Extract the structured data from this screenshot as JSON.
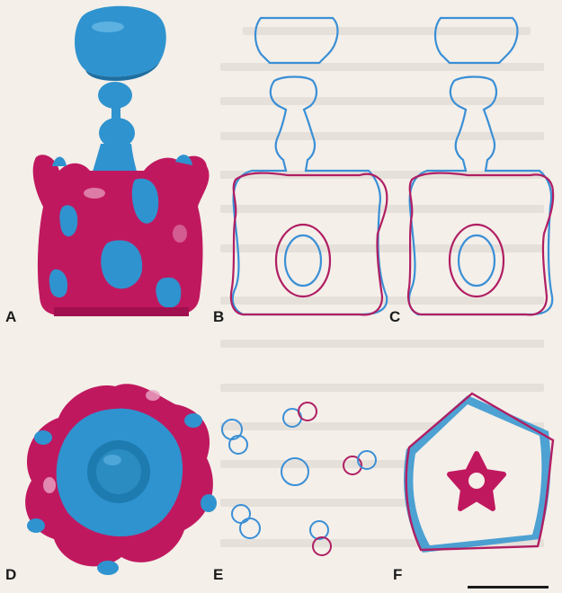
{
  "panels": {
    "a": "A",
    "b": "B",
    "c": "C",
    "d": "D",
    "e": "E",
    "f": "F"
  },
  "colors": {
    "magenta": "#c0185f",
    "blue": "#2f93cf",
    "outline_magenta": "#b01e63",
    "outline_blue": "#3a8fd6",
    "background": "#f4efe9"
  }
}
